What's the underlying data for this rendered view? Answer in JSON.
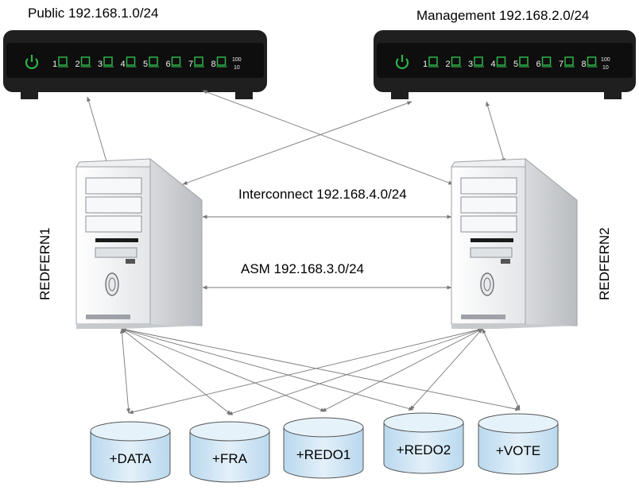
{
  "networks": {
    "public_label": "Public 192.168.1.0/24",
    "management_label": "Management 192.168.2.0/24",
    "interconnect_label": "Interconnect 192.168.4.0/24",
    "asm_label": "ASM 192.168.3.0/24"
  },
  "switch": {
    "port_numbers": [
      "1",
      "2",
      "3",
      "4",
      "5",
      "6",
      "7",
      "8"
    ],
    "speed_top": "100",
    "speed_bottom": "10",
    "led_color": "#2fb34a",
    "body_color": "#1f1f1f"
  },
  "servers": {
    "left_name": "REDFERN1",
    "right_name": "REDFERN2"
  },
  "disks": [
    "+DATA",
    "+FRA",
    "+REDO1",
    "+REDO2",
    "+VOTE"
  ],
  "colors": {
    "disk_fill": "#cde4f3",
    "disk_stroke": "#555555",
    "arrow": "#777777",
    "case_light": "#f4f5f6",
    "case_shade": "#c9ccd0"
  }
}
